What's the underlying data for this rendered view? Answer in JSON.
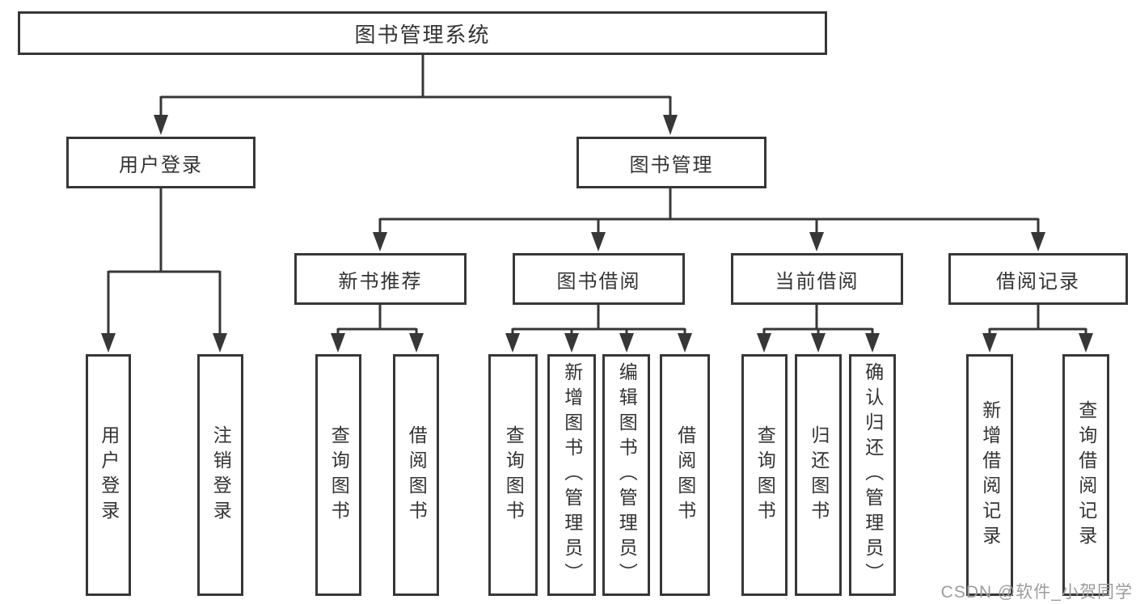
{
  "diagram": {
    "title": "图书管理系统",
    "root": {
      "label": "图书管理系统"
    },
    "level2": [
      {
        "id": "user-login",
        "label": "用户登录"
      },
      {
        "id": "book-management",
        "label": "图书管理"
      }
    ],
    "level3": [
      {
        "id": "new-book-recommend",
        "label": "新书推荐"
      },
      {
        "id": "book-borrow",
        "label": "图书借阅"
      },
      {
        "id": "current-borrow",
        "label": "当前借阅"
      },
      {
        "id": "borrow-records",
        "label": "借阅记录"
      }
    ],
    "leaves": {
      "login": [
        "用户登录",
        "注销登录"
      ],
      "recommend": [
        "查询图书",
        "借阅图书"
      ],
      "borrow": [
        "查询图书",
        "新增图书（管理员）",
        "编辑图书（管理员）",
        "借阅图书"
      ],
      "current": [
        "查询图书",
        "归还图书",
        "确认归还（管理员）"
      ],
      "records": [
        "新增借阅记录",
        "查询借阅记录"
      ]
    }
  },
  "watermark": "CSDN @软件_小贺同学",
  "colors": {
    "line": "#373737",
    "text": "#333333",
    "watermark": "#9c9c9c",
    "background": "#ffffff"
  }
}
